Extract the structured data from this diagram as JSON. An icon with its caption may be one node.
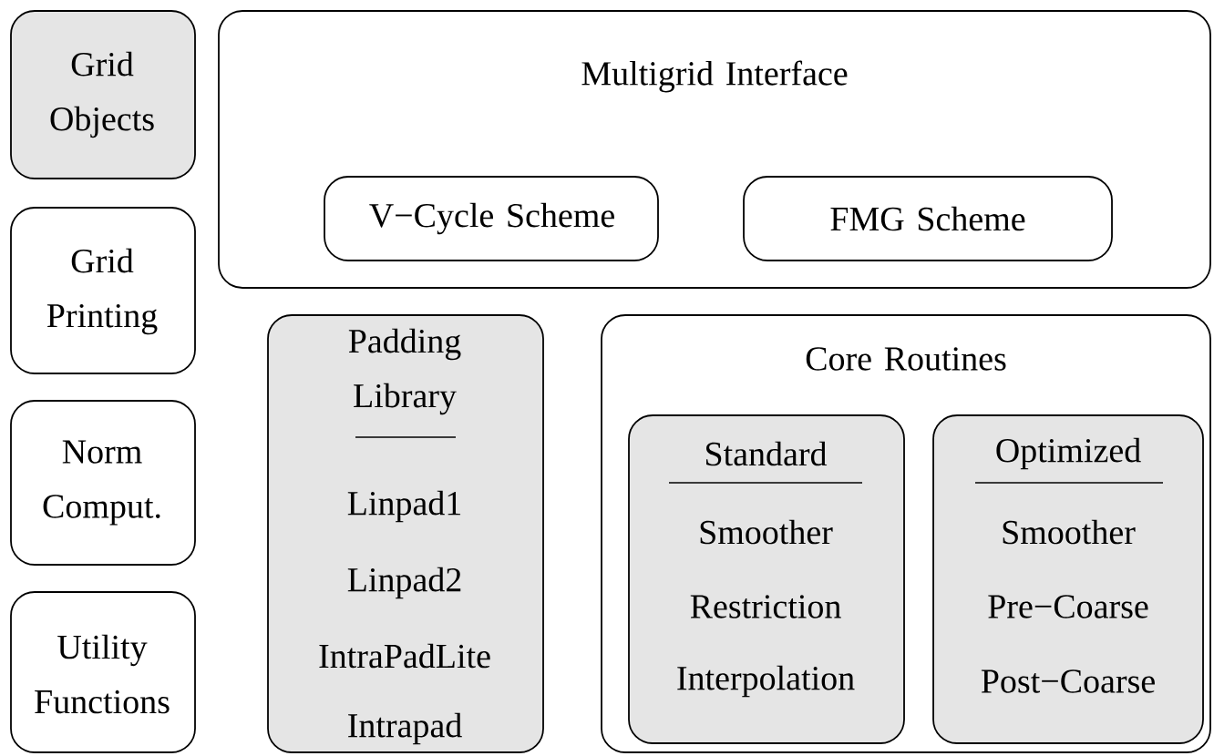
{
  "diagram": {
    "nodes": [
      {
        "text": [
          "Grid Objects"
        ]
      },
      {
        "text": [
          "Grid Printing"
        ]
      },
      {
        "text": [
          "Norm Comput."
        ]
      },
      {
        "text": [
          "Utility Functions"
        ]
      },
      {
        "text": [
          "Multigrid Interface"
        ]
      },
      {
        "text": [
          "V−Cycle Scheme"
        ],
        "in": 4
      },
      {
        "text": [
          "FMG Scheme"
        ],
        "in": 4
      },
      {
        "text": [
          "Padding Library",
          "Linpad1",
          "Linpad2",
          "IntraPadLite",
          "Intrapad"
        ]
      },
      {
        "text": [
          "Core Routines"
        ]
      },
      {
        "text": [
          "Standard",
          "Smoother",
          "Restriction",
          "Interpolation"
        ],
        "in": 8
      },
      {
        "text": [
          "Optimized",
          "Smoother",
          "Pre−Coarse",
          "Post−Coarse"
        ],
        "in": 8
      }
    ]
  }
}
